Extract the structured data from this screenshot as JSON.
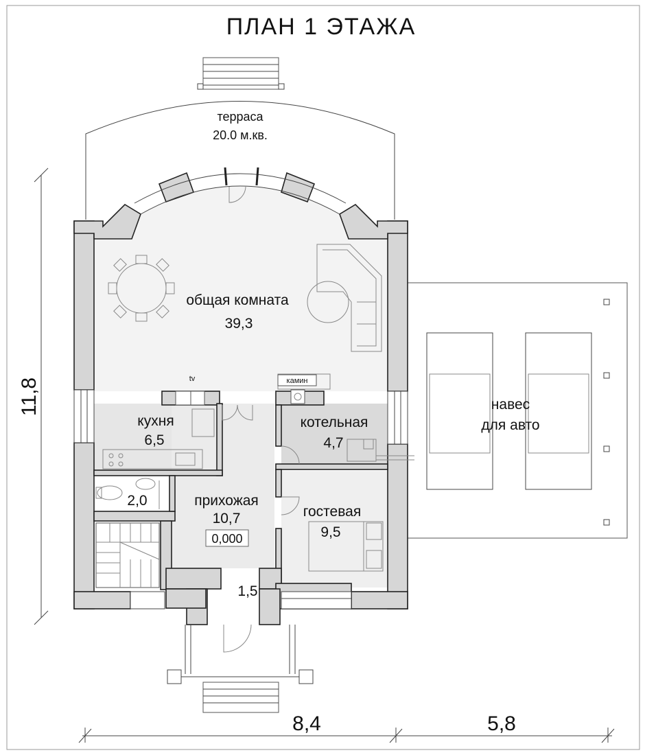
{
  "title": "ПЛАН 1 ЭТАЖА",
  "rooms": {
    "terrace": {
      "name": "терраса",
      "area": "20.0 м.кв."
    },
    "common": {
      "name": "общая комната",
      "area": "39,3"
    },
    "kitchen": {
      "name": "кухня",
      "area": "6,5"
    },
    "boiler": {
      "name": "котельная",
      "area": "4,7"
    },
    "bathroom": {
      "area": "2,0"
    },
    "hall": {
      "name": "прихожая",
      "area": "10,7",
      "level": "0,000"
    },
    "guest": {
      "name": "гостевая",
      "area": "9,5"
    },
    "vestibule": {
      "area": "1,5"
    },
    "carport": {
      "name_line1": "навес",
      "name_line2": "для авто"
    }
  },
  "labels": {
    "tv": "tv",
    "fireplace": "камин"
  },
  "dimensions": {
    "height": "11,8",
    "width_house": "8,4",
    "width_carport": "5,8"
  }
}
